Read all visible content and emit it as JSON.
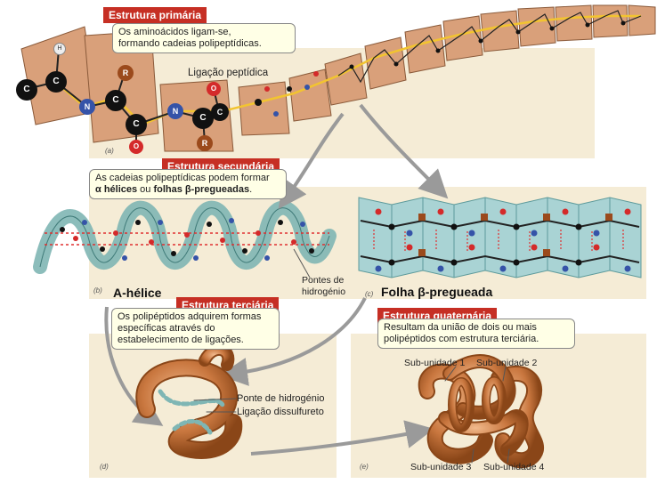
{
  "primary": {
    "tag": "Estrutura primária",
    "desc_line1": "Os aminoácidos ligam-se,",
    "desc_line2": "formando cadeias polipeptídicas.",
    "peptide_bond": "Ligação peptídica",
    "letter": "(a)"
  },
  "secondary": {
    "tag": "Estrutura secundária",
    "desc_line1": "As cadeias polipeptídicas podem formar",
    "desc_alpha": "α hélices",
    "desc_or": " ou ",
    "desc_beta": "folhas β-pregueadas",
    "desc_end": ".",
    "helix_name": "A-hélice",
    "sheet_name": "Folha β-pregueada",
    "hbond_line1": "Pontes de",
    "hbond_line2": "hidrogénio",
    "letter_b": "(b)",
    "letter_c": "(c)"
  },
  "tertiary": {
    "tag": "Estrutura terciária",
    "desc_line1": "Os polipéptidos adquirem formas",
    "desc_line2": "específicas através do",
    "desc_line3": "estabelecimento de ligações.",
    "hbond": "Ponte de hidrogénio",
    "disulfide": "Ligação dissulfureto",
    "letter": "(d)"
  },
  "quaternary": {
    "tag": "Estrutura quaternária",
    "desc_line1": "Resultam da união de dois ou mais",
    "desc_line2": "polipéptidos com estrutura terciária.",
    "sub1": "Sub-unidade 1",
    "sub2": "Sub-unidade 2",
    "sub3": "Sub-unidade 3",
    "sub4": "Sub-unidade 4",
    "letter": "(e)"
  },
  "atoms": {
    "c": "C",
    "n": "N",
    "o": "O",
    "h": "H",
    "r": "R"
  },
  "colors": {
    "tag_bg": "#c62f24",
    "panel_bg": "#f5ecd6",
    "callout_bg": "#ffffe6",
    "peptide_fill": "#d9a07a",
    "carbon": "#111111",
    "nitrogen": "#3553a8",
    "oxygen": "#d42a2a",
    "r_group": "#9b4a1c",
    "helix_ribbon": "#7fb6b4",
    "sheet_fill": "#a9d3d4",
    "protein": "#c9773f",
    "bond_yellow": "#f2c430"
  }
}
